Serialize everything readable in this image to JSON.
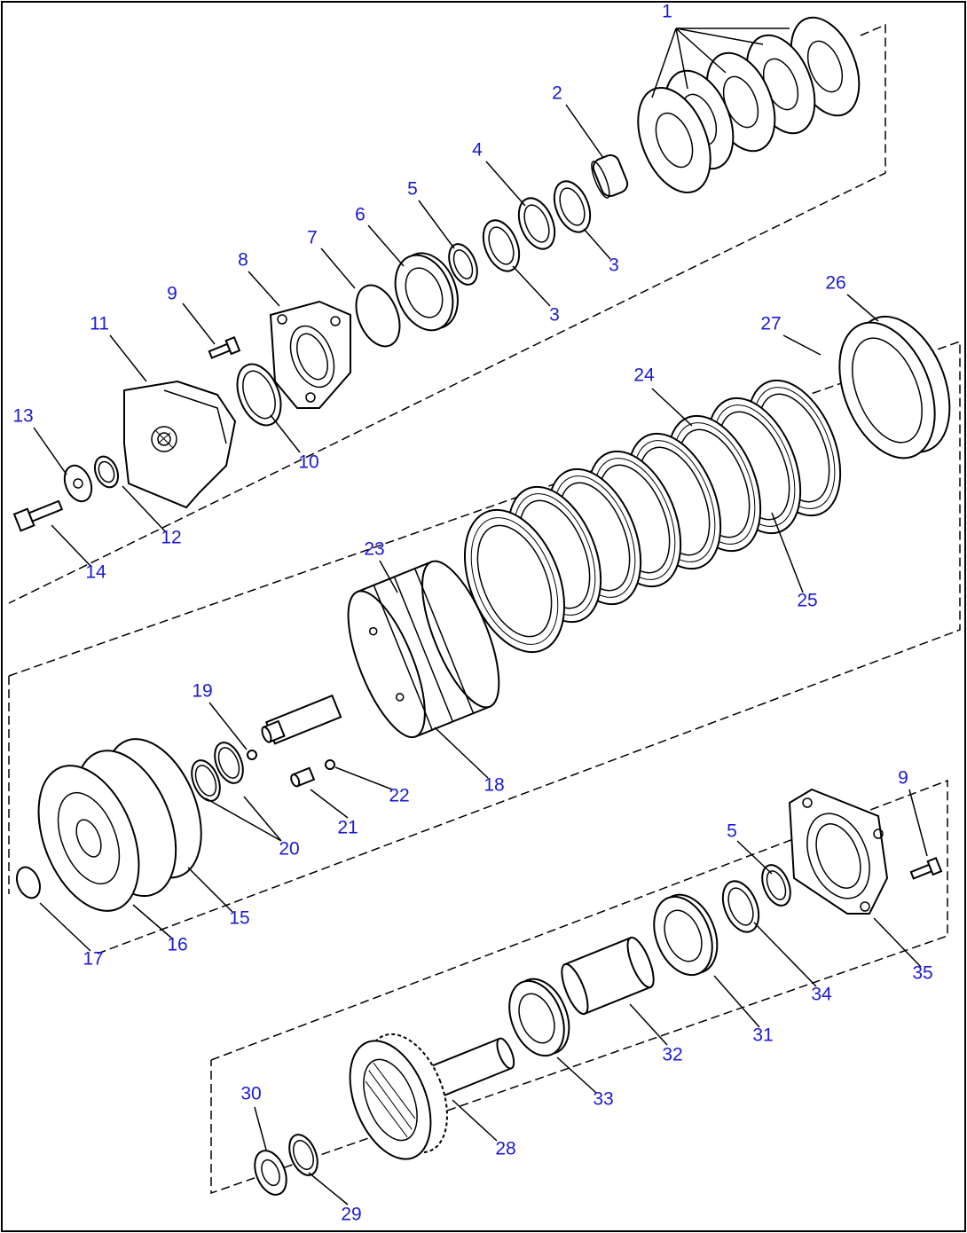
{
  "diagram": {
    "callout_color": "#1a1ad6",
    "callouts": [
      "1",
      "2",
      "3",
      "3",
      "4",
      "5",
      "6",
      "7",
      "8",
      "9",
      "10",
      "11",
      "12",
      "13",
      "14",
      "23",
      "24",
      "25",
      "26",
      "27",
      "19",
      "18",
      "20",
      "21",
      "22",
      "15",
      "16",
      "17",
      "5",
      "9",
      "34",
      "35",
      "31",
      "32",
      "33",
      "28",
      "30",
      "29"
    ]
  }
}
